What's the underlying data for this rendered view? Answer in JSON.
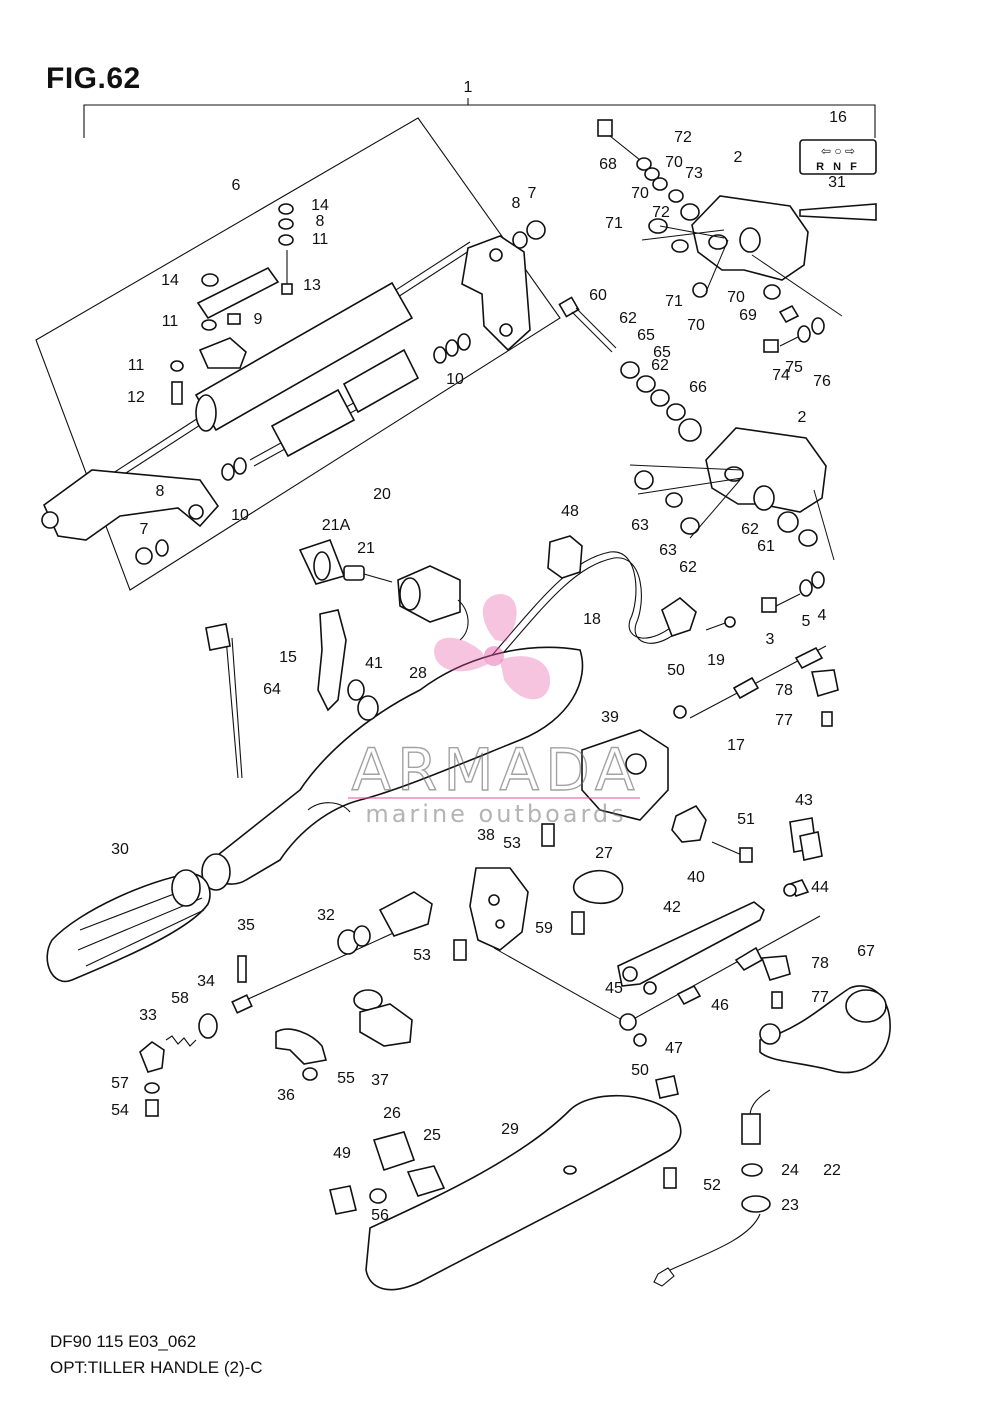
{
  "figure": {
    "title": "FIG.62",
    "footer_code": "DF90 115 E03_062",
    "footer_desc": "OPT:TILLER HANDLE (2)-C"
  },
  "watermark": {
    "brand": "ARMADA",
    "tagline": "marine outboards",
    "accent_color": "#e64fa0"
  },
  "callouts": [
    "1",
    "2",
    "2",
    "3",
    "4",
    "5",
    "6",
    "7",
    "7",
    "8",
    "8",
    "8",
    "9",
    "10",
    "10",
    "11",
    "11",
    "11",
    "12",
    "13",
    "14",
    "14",
    "15",
    "16",
    "17",
    "18",
    "19",
    "20",
    "21A",
    "21",
    "22",
    "23",
    "24",
    "25",
    "26",
    "27",
    "28",
    "29",
    "30",
    "31",
    "32",
    "33",
    "34",
    "35",
    "36",
    "37",
    "38",
    "39",
    "40",
    "41",
    "42",
    "43",
    "44",
    "45",
    "46",
    "47",
    "48",
    "49",
    "50",
    "50",
    "51",
    "52",
    "53",
    "53",
    "54",
    "55",
    "56",
    "57",
    "58",
    "59",
    "60",
    "61",
    "62",
    "62",
    "62",
    "62",
    "63",
    "63",
    "64",
    "65",
    "65",
    "66",
    "67",
    "68",
    "69",
    "70",
    "70",
    "70",
    "70",
    "71",
    "71",
    "72",
    "72",
    "73",
    "74",
    "75",
    "76",
    "77",
    "77",
    "78",
    "78"
  ],
  "shifter_label": {
    "symbols": "⇦ ○ ⇨",
    "letters": "R N F"
  }
}
